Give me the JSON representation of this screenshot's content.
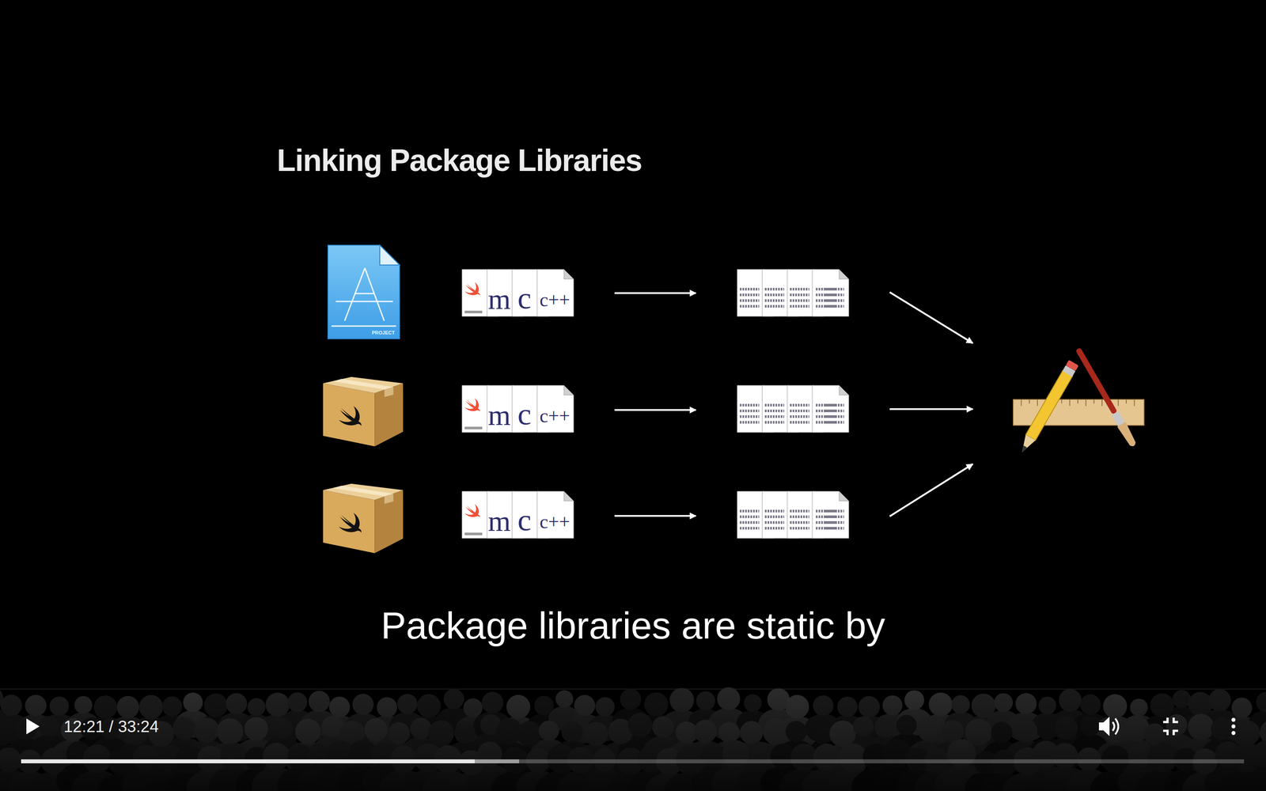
{
  "diagram": {
    "title": "Linking Package Libraries",
    "caption": "Package libraries are static by",
    "labels": [
      "PROJECT",
      "m",
      "c",
      "c++",
      "m",
      "c",
      "c++",
      "m",
      "c",
      "c++",
      "12:21 / 33:24"
    ]
  }
}
